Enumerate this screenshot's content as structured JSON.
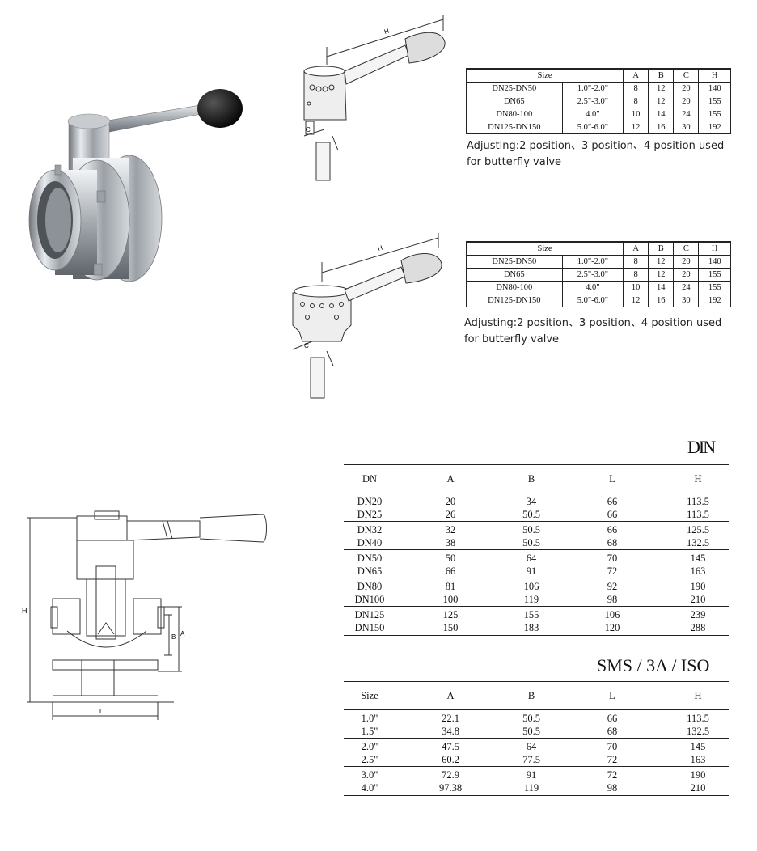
{
  "spec_table_1": {
    "headers": [
      "Size",
      "A",
      "B",
      "C",
      "H"
    ],
    "rows": [
      [
        "DN25-DN50",
        "1.0\"-2.0\"",
        "8",
        "12",
        "20",
        "140"
      ],
      [
        "DN65",
        "2.5\"-3.0\"",
        "8",
        "12",
        "20",
        "155"
      ],
      [
        "DN80-100",
        "4.0\"",
        "10",
        "14",
        "24",
        "155"
      ],
      [
        "DN125-DN150",
        "5.0\"-6.0\"",
        "12",
        "16",
        "30",
        "192"
      ]
    ],
    "note": "Adjusting:2 position、3 position、4 position used for butterfly valve"
  },
  "spec_table_2": {
    "headers": [
      "Size",
      "A",
      "B",
      "C",
      "H"
    ],
    "rows": [
      [
        "DN25-DN50",
        "1.0\"-2.0\"",
        "8",
        "12",
        "20",
        "140"
      ],
      [
        "DN65",
        "2.5\"-3.0\"",
        "8",
        "12",
        "20",
        "155"
      ],
      [
        "DN80-100",
        "4.0\"",
        "10",
        "14",
        "24",
        "155"
      ],
      [
        "DN125-DN150",
        "5.0\"-6.0\"",
        "12",
        "16",
        "30",
        "192"
      ]
    ],
    "note": "Adjusting:2 position、3 position、4 position used for butterfly valve"
  },
  "din_table": {
    "title": "DIN",
    "headers": [
      "DN",
      "A",
      "B",
      "L",
      "H"
    ],
    "groups": [
      [
        [
          "DN20",
          "20",
          "34",
          "66",
          "113.5"
        ],
        [
          "DN25",
          "26",
          "50.5",
          "66",
          "113.5"
        ]
      ],
      [
        [
          "DN32",
          "32",
          "50.5",
          "66",
          "125.5"
        ],
        [
          "DN40",
          "38",
          "50.5",
          "68",
          "132.5"
        ]
      ],
      [
        [
          "DN50",
          "50",
          "64",
          "70",
          "145"
        ],
        [
          "DN65",
          "66",
          "91",
          "72",
          "163"
        ]
      ],
      [
        [
          "DN80",
          "81",
          "106",
          "92",
          "190"
        ],
        [
          "DN100",
          "100",
          "119",
          "98",
          "210"
        ]
      ],
      [
        [
          "DN125",
          "125",
          "155",
          "106",
          "239"
        ],
        [
          "DN150",
          "150",
          "183",
          "120",
          "288"
        ]
      ]
    ]
  },
  "sms_table": {
    "title": "SMS / 3A / ISO",
    "headers": [
      "Size",
      "A",
      "B",
      "L",
      "H"
    ],
    "groups": [
      [
        [
          "1.0\"",
          "22.1",
          "50.5",
          "66",
          "113.5"
        ],
        [
          "1.5\"",
          "34.8",
          "50.5",
          "68",
          "132.5"
        ]
      ],
      [
        [
          "2.0\"",
          "47.5",
          "64",
          "70",
          "145"
        ],
        [
          "2.5\"",
          "60.2",
          "77.5",
          "72",
          "163"
        ]
      ],
      [
        [
          "3.0\"",
          "72.9",
          "91",
          "72",
          "190"
        ],
        [
          "4.0\"",
          "97.38",
          "119",
          "98",
          "210"
        ]
      ]
    ]
  },
  "drawing_labels": {
    "h": "H",
    "a": "A",
    "b": "B",
    "c": "C",
    "l": "L"
  }
}
